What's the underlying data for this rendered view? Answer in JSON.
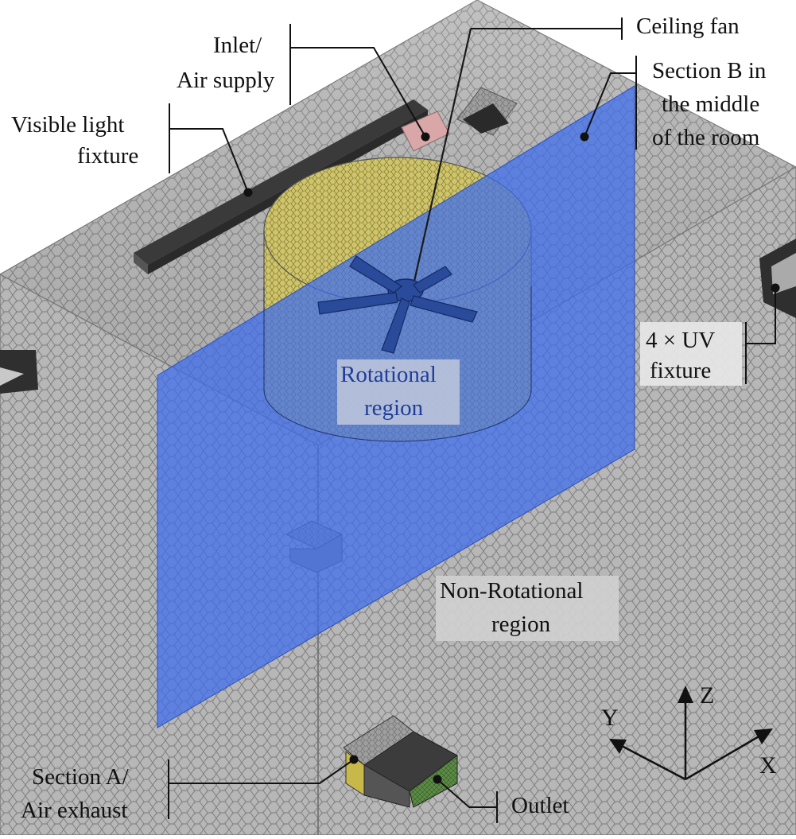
{
  "figure": {
    "labels": {
      "ceiling_fan": "Ceiling fan",
      "inlet_line1": "Inlet/",
      "inlet_line2": "Air supply",
      "section_b_line1": "Section B in",
      "section_b_line2": "the middle",
      "section_b_line3": "of the room",
      "light_line1": "Visible light",
      "light_line2": "fixture",
      "uv_line1": "4 × UV",
      "uv_line2": "fixture",
      "rotational_line1": "Rotational",
      "rotational_line2": "region",
      "nonrot_line1": "Non-Rotational",
      "nonrot_line2": "region",
      "section_a_line1": "Section A/",
      "section_a_line2": "Air exhaust",
      "outlet": "Outlet"
    },
    "axes": {
      "z": "Z",
      "y": "Y",
      "x": "X"
    },
    "colors": {
      "mesh_gray": "#a9a9a9",
      "section_blue": "#3b6cf0",
      "cylinder_yellow": "#c9bf5a",
      "outlet_green": "#4e7a3a",
      "label_box": "#c8c8c8",
      "rotational_text": "#1f3d99"
    }
  }
}
